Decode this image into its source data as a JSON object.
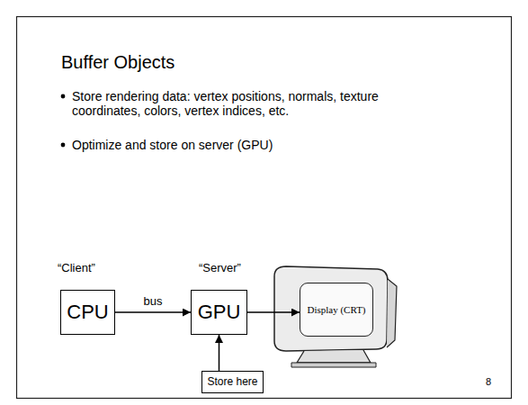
{
  "diagram": {
    "title": "Buffer Objects",
    "nodes": [
      {
        "text": [
          "CPU"
        ]
      },
      {
        "text": [
          "GPU"
        ]
      },
      {
        "text": [
          "Store here"
        ]
      },
      {
        "text": [
          "Display (CRT)"
        ]
      }
    ],
    "edges": [
      {
        "from": 0,
        "to": 1,
        "arrow": "to",
        "label": "bus"
      },
      {
        "from": 1,
        "to": 3,
        "arrow": "to"
      },
      {
        "from": 2,
        "to": 1,
        "arrow": "to"
      }
    ],
    "labels": [
      "Store rendering data: vertex positions, normals, texture coordinates, colors, vertex indices, etc.",
      "Optimize and store on server (GPU)",
      "“Client”",
      "“Server”",
      "8"
    ]
  }
}
